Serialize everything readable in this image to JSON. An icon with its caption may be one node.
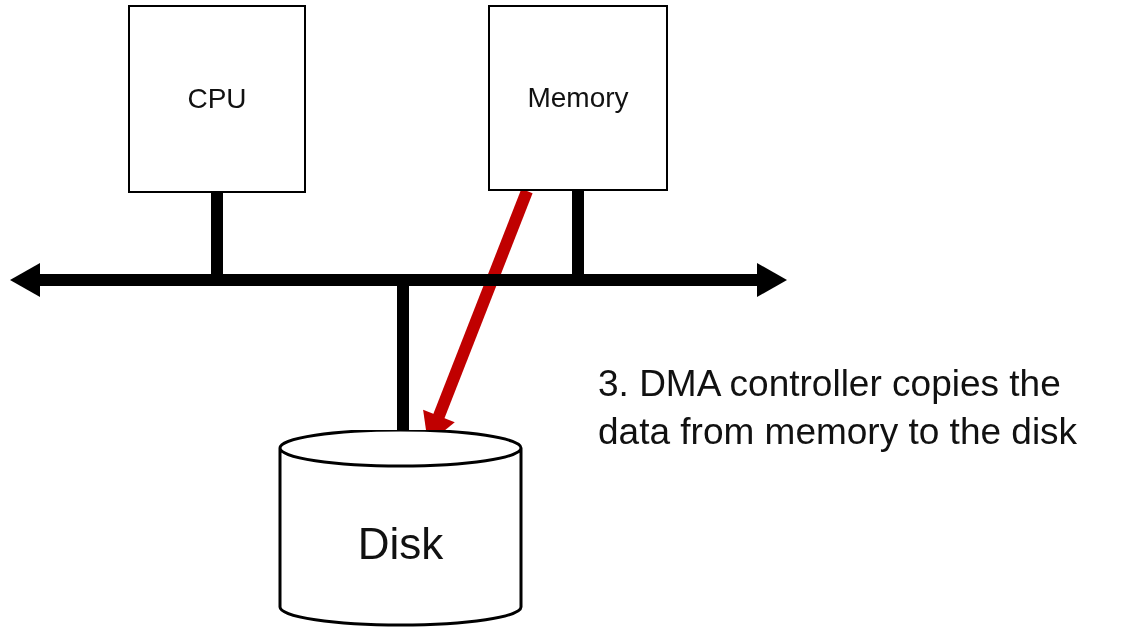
{
  "diagram": {
    "nodes": [
      {
        "text": [
          "CPU"
        ]
      },
      {
        "text": [
          "Memory"
        ]
      },
      {
        "text": [],
        "shape": "bar"
      },
      {
        "text": [
          "Disk"
        ]
      }
    ],
    "edges": [
      {
        "from": 0,
        "to": 2,
        "arrow": "none"
      },
      {
        "from": 1,
        "to": 2,
        "arrow": "none"
      },
      {
        "from": 2,
        "to": 3,
        "arrow": "none"
      },
      {
        "from": 1,
        "to": 3,
        "arrow": "to",
        "color": "#c00000"
      },
      {
        "from": 2,
        "to": null,
        "arrow": "to"
      },
      {
        "from": 2,
        "to": null,
        "arrow": "to"
      }
    ],
    "labels": [
      "3. DMA controller copies the data from memory to the disk"
    ]
  }
}
